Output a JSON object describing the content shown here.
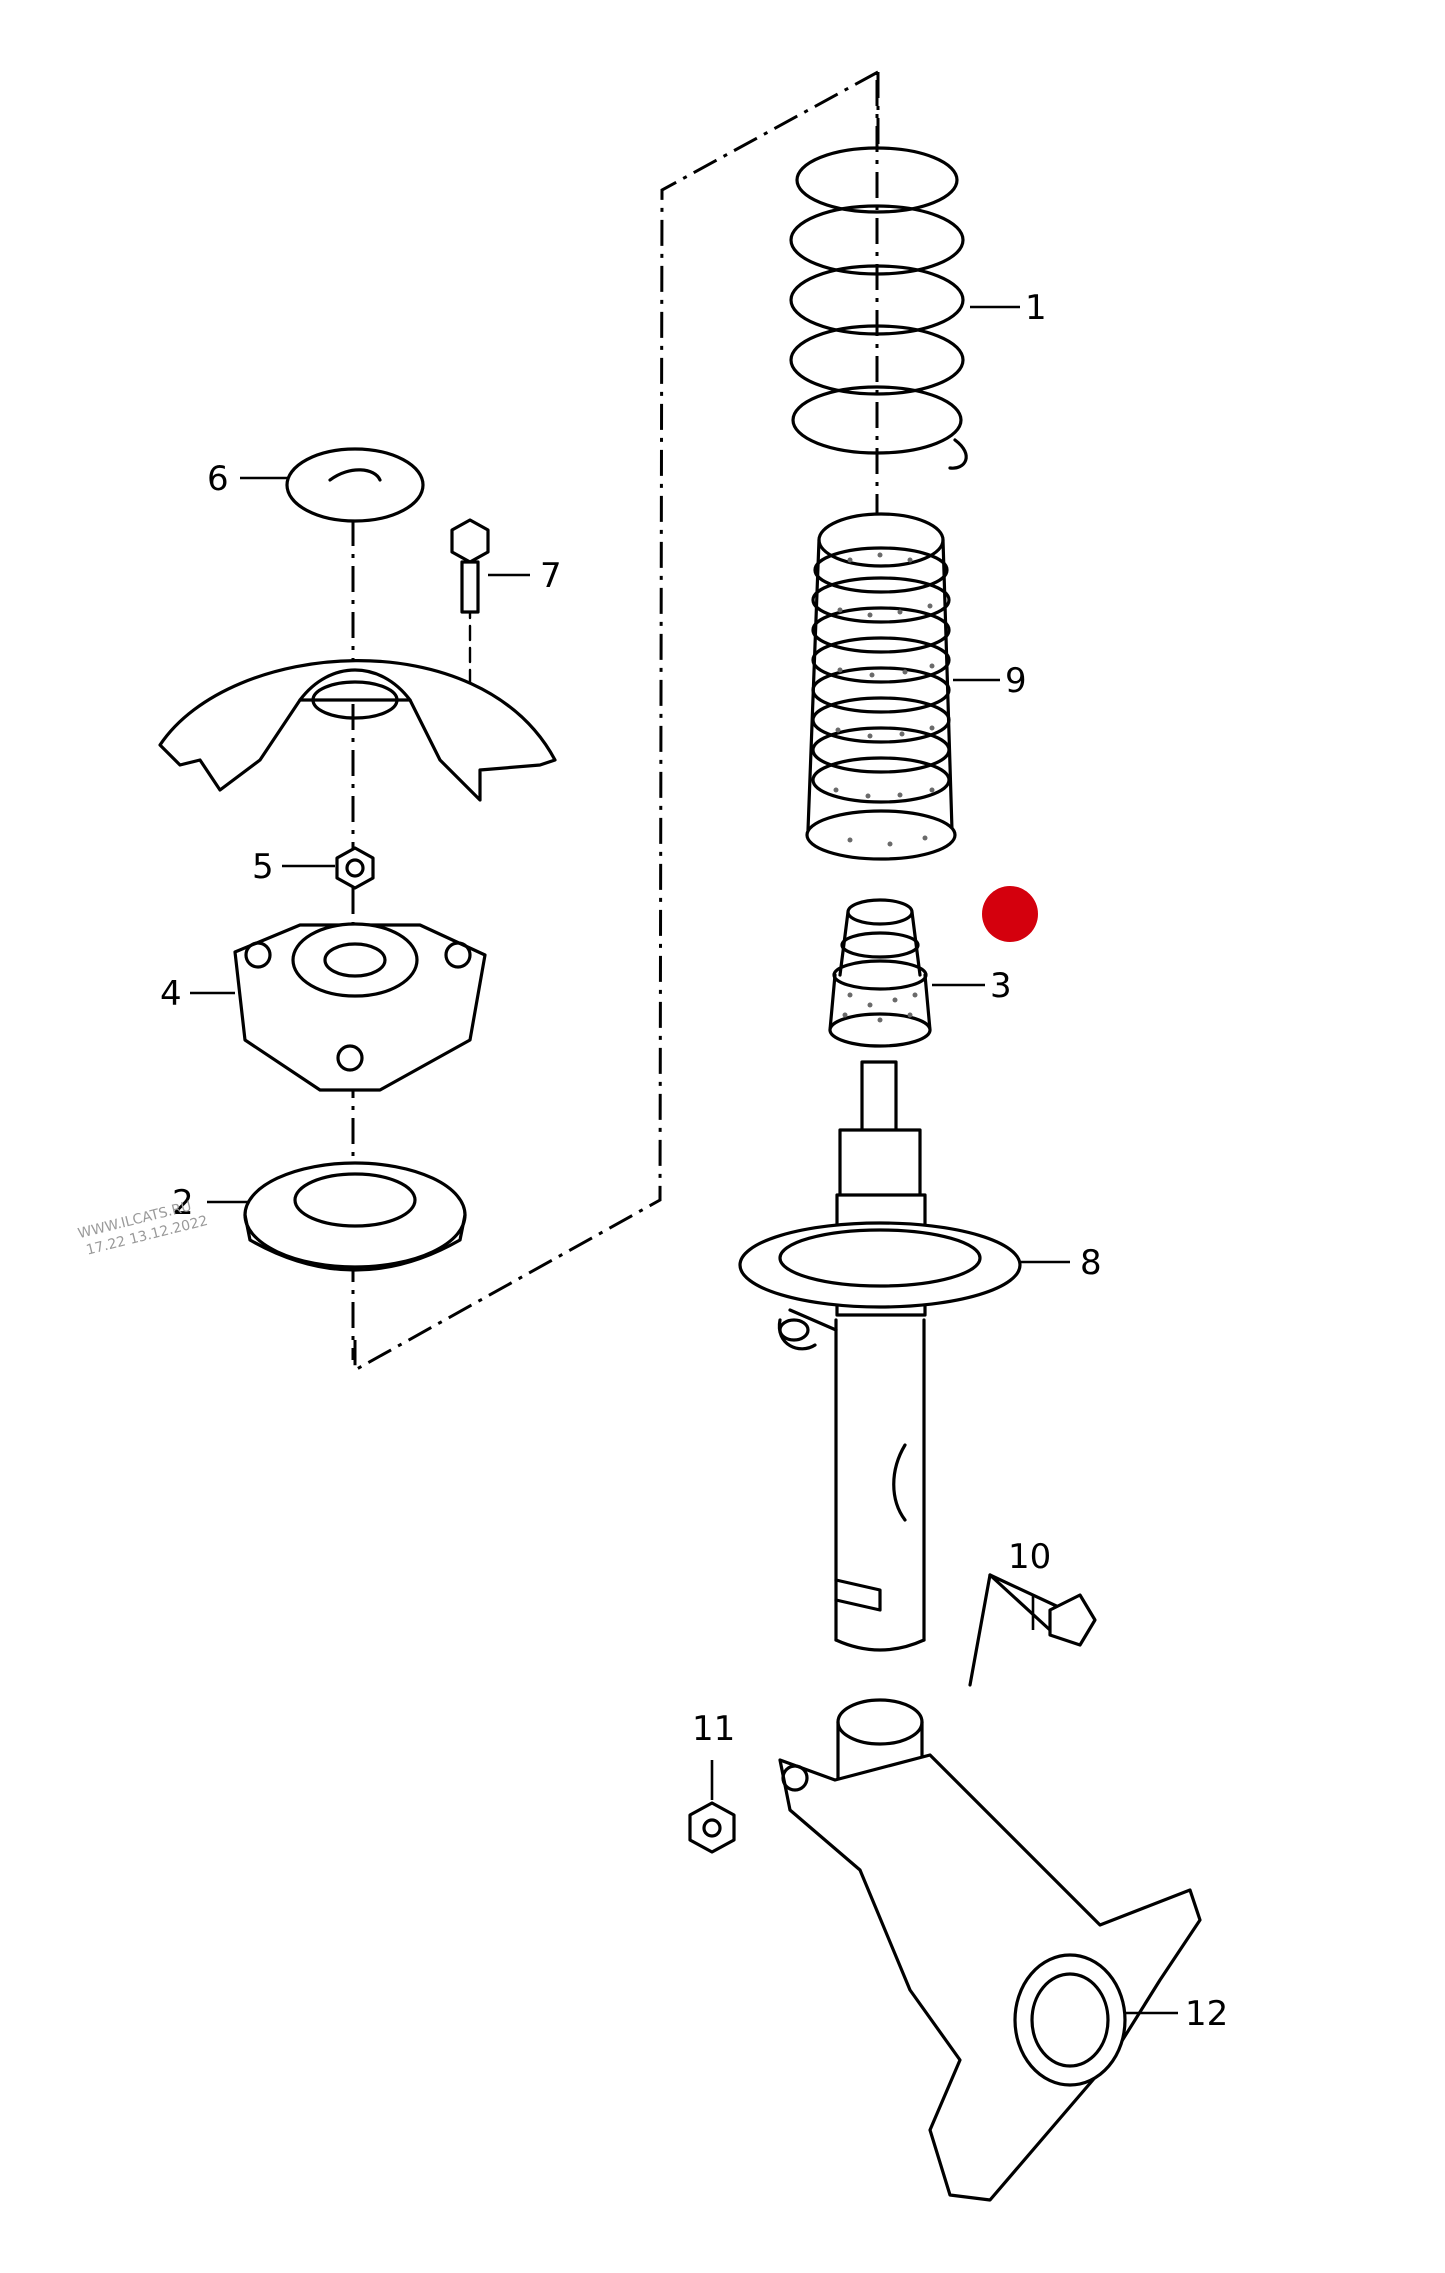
{
  "callouts": [
    {
      "id": "1",
      "label": "1"
    },
    {
      "id": "2",
      "label": "2"
    },
    {
      "id": "3",
      "label": "3"
    },
    {
      "id": "4",
      "label": "4"
    },
    {
      "id": "5",
      "label": "5"
    },
    {
      "id": "6",
      "label": "6"
    },
    {
      "id": "7",
      "label": "7"
    },
    {
      "id": "8",
      "label": "8"
    },
    {
      "id": "9",
      "label": "9"
    },
    {
      "id": "10",
      "label": "10"
    },
    {
      "id": "11",
      "label": "11"
    },
    {
      "id": "12",
      "label": "12"
    }
  ],
  "watermark": {
    "line1": "WWW.ILCATS.RU",
    "line2": "17.22 13.12.2022"
  },
  "marker": {
    "color": "#d4000d"
  }
}
